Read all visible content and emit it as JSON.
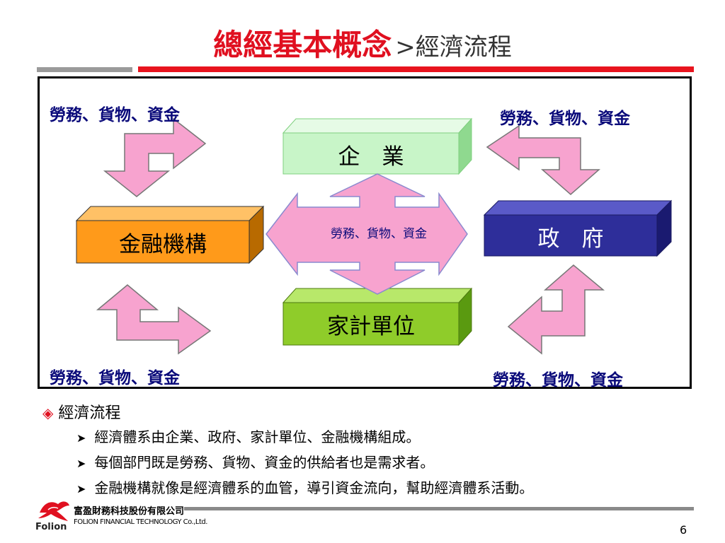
{
  "title": {
    "main": "總經基本概念",
    "sub": ">經濟流程"
  },
  "diagram": {
    "label_top_left": "勞務、貨物、資金",
    "label_top_right": "勞務、貨物、資金",
    "label_bottom_left": "勞務、貨物、資金",
    "label_bottom_right": "勞務、貨物、資金",
    "label_center": "勞務、貨物、資金",
    "enterprise": "企　業",
    "finance": "金融機構",
    "government": "政　府",
    "household": "家計單位"
  },
  "bullets": {
    "heading": "經濟流程",
    "items": [
      "經濟體系由企業、政府、家計單位、金融機構組成。",
      "每個部門既是勞務、貨物、資金的供給者也是需求者。",
      "金融機構就像是經濟體系的血管，導引資金流向，幫助經濟體系活動。"
    ]
  },
  "footer": {
    "company_cn": "富盈財務科技股份有限公司",
    "company_en": "FOLION FINANCIAL TECHNOLOGY Co.,Ltd.",
    "logo_word": "Folion",
    "page_number": "6"
  },
  "colors": {
    "title_red": "#e01020",
    "label_navy": "#0a0a7a",
    "arrow_pink": "#f7a3cf",
    "enterprise_green": "#c8f5c8",
    "finance_orange": "#ff9a1a",
    "government_blue": "#2e2e9a",
    "household_green": "#8fcc2a"
  }
}
